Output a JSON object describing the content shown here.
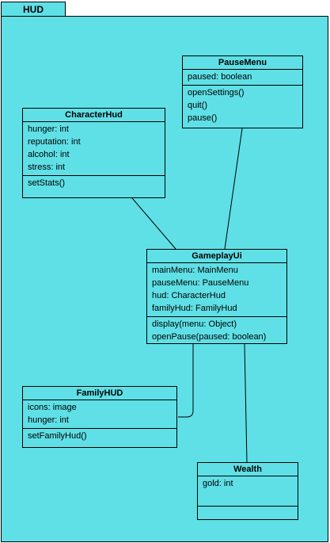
{
  "package": {
    "name": "HUD"
  },
  "classes": {
    "pause_menu": {
      "name": "PauseMenu",
      "attributes": [
        "paused: boolean"
      ],
      "methods": [
        "openSettings()",
        "quit()",
        "pause()"
      ]
    },
    "character_hud": {
      "name": "CharacterHud",
      "attributes": [
        "hunger: int",
        "reputation: int",
        "alcohol: int",
        "stress: int"
      ],
      "methods": [
        "setStats()"
      ]
    },
    "gameplay_ui": {
      "name": "GameplayUi",
      "attributes": [
        "mainMenu: MainMenu",
        "pauseMenu: PauseMenu",
        "hud: CharacterHud",
        "familyHud: FamilyHud"
      ],
      "methods": [
        "display(menu: Object)",
        "openPause(paused: boolean)"
      ]
    },
    "family_hud": {
      "name": "FamilyHUD",
      "attributes": [
        "icons: image",
        "hunger: int"
      ],
      "methods": [
        "setFamilyHud()"
      ]
    },
    "wealth": {
      "name": "Wealth",
      "attributes": [
        "gold: int"
      ],
      "methods": []
    }
  }
}
